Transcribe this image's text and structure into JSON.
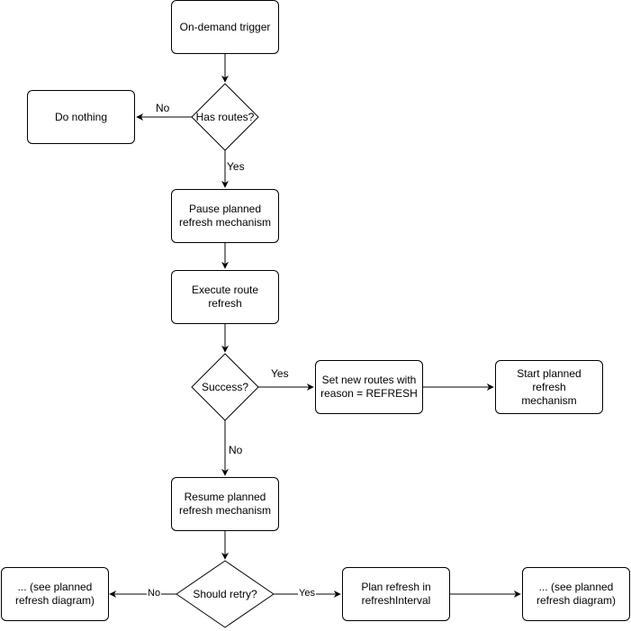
{
  "nodes": {
    "on_demand_trigger": "On-demand trigger",
    "has_routes": "Has routes?",
    "do_nothing": "Do nothing",
    "pause_planned": "Pause planned\nrefresh mechanism",
    "execute_refresh": "Execute route refresh",
    "success": "Success?",
    "set_new_routes": "Set new routes with\nreason = REFRESH",
    "start_planned": "Start planned refresh\nmechanism",
    "resume_planned": "Resume planned\nrefresh mechanism",
    "should_retry": "Should retry?",
    "see_planned_left": "... (see planned\nrefresh diagram)",
    "plan_refresh": "Plan refresh in\nrefreshInterval",
    "see_planned_right": "... (see planned\nrefresh diagram)"
  },
  "edges": {
    "has_routes_no": "No",
    "has_routes_yes": "Yes",
    "success_yes": "Yes",
    "success_no": "No",
    "retry_no": "No",
    "retry_yes": "Yes"
  }
}
